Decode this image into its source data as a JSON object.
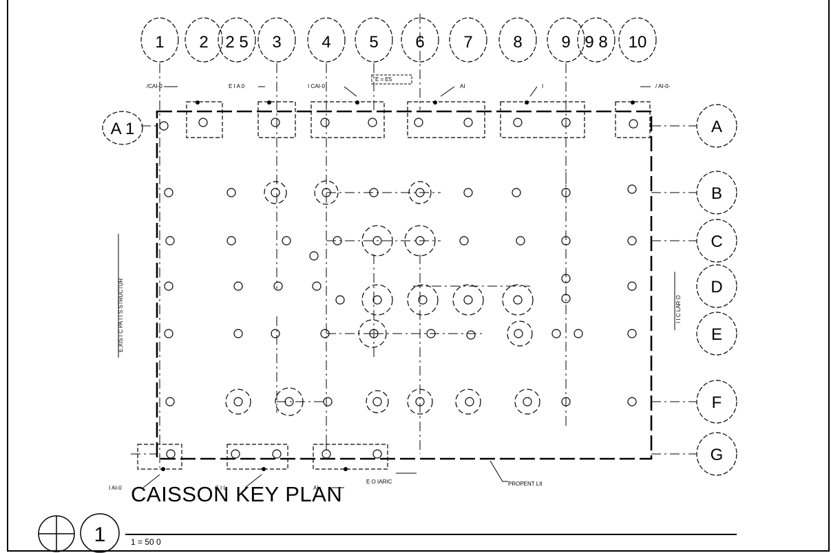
{
  "title": "CAISSON KEY PLAN",
  "scale": "1 = 50 0",
  "detail_number": "1",
  "column_labels": [
    "1",
    "2",
    "2 5",
    "3",
    "4",
    "5",
    "6",
    "7",
    "8",
    "9",
    "9 8",
    "10"
  ],
  "row_labels": [
    "A",
    "B",
    "C",
    "D",
    "E",
    "F",
    "G"
  ],
  "corner_label": "A 1",
  "annotations": {
    "top_left": "/CAI-0",
    "top_col3": "E I A  0",
    "top_col4": "I CAI-0",
    "top_col56": "E = E5",
    "top_col7": "AI",
    "top_col8": "I",
    "top_right": "/ AI-0-",
    "bot_left": "I  AI-0",
    "bot_mid": "C I  L",
    "bot_col4": "AI-",
    "bot_col5": "E O IARIC",
    "property_line": "PROPENT  LII",
    "left_side": "E.XIS I C PA I  I   S STRUCTUR",
    "right_side": "I I C LAR O"
  }
}
